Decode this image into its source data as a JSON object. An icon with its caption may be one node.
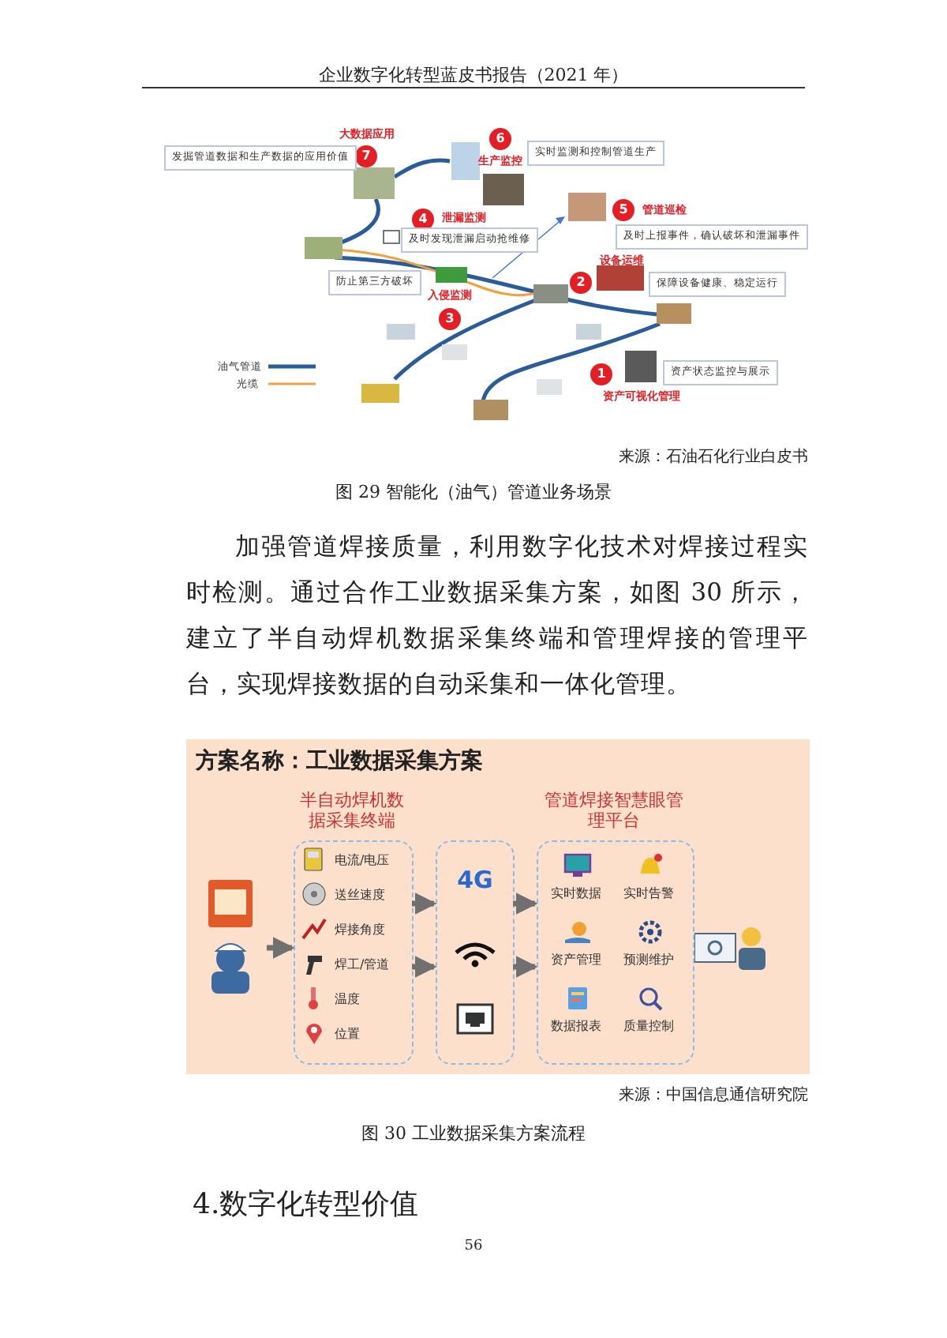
{
  "diagram": {
    "nodes": [
      {
        "text": [
          "大数据应用",
          "7"
        ]
      },
      {
        "text": [
          "发掘管道数据和生产数据的应用价值"
        ]
      },
      {
        "text": [
          "6",
          "生产监控"
        ]
      },
      {
        "text": [
          "实时监测和控制管道生产"
        ]
      },
      {
        "text": [
          "4",
          "泄漏监测"
        ]
      },
      {
        "text": [
          "及时发现泄漏启动抢维修"
        ]
      },
      {
        "text": [
          "5",
          "管道巡检"
        ]
      },
      {
        "text": [
          "及时上报事件，确认破坏和泄漏事件"
        ]
      },
      {
        "text": [
          "防止第三方破坏"
        ]
      },
      {
        "text": [
          "设备运维",
          "2"
        ]
      },
      {
        "text": [
          "保障设备健康、稳定运行"
        ]
      },
      {
        "text": [
          "入侵监测",
          "3"
        ]
      },
      {
        "text": [
          "资产状态监控与展示"
        ]
      },
      {
        "text": [
          "1",
          "资产可视化管理"
        ]
      },
      {
        "text": [
          "方案名称：工业数据采集方案"
        ]
      },
      {
        "text": [],
        "shape": "picture",
        "in": 14
      },
      {
        "text": [
          "半自动焊机数据采集终端"
        ],
        "in": 14
      },
      {
        "text": [
          "电流/电压"
        ],
        "in": 16
      },
      {
        "text": [
          "送丝速度"
        ],
        "in": 16
      },
      {
        "text": [
          "焊接角度"
        ],
        "in": 16
      },
      {
        "text": [
          "焊工/管道"
        ],
        "in": 16
      },
      {
        "text": [
          "温度"
        ],
        "in": 16
      },
      {
        "text": [
          "位置"
        ],
        "in": 16
      },
      {
        "text": [],
        "shape": "box",
        "in": 14
      },
      {
        "text": [
          "4G"
        ],
        "in": 23
      },
      {
        "text": [],
        "shape": "picture",
        "in": 23
      },
      {
        "text": [],
        "shape": "picture",
        "in": 23
      },
      {
        "text": [
          "管道焊接智慧眼管理平台"
        ],
        "in": 14
      },
      {
        "text": [
          "实时数据"
        ],
        "in": 27
      },
      {
        "text": [
          "实时告警"
        ],
        "in": 27
      },
      {
        "text": [
          "资产管理"
        ],
        "in": 27
      },
      {
        "text": [
          "预测维护"
        ],
        "in": 27
      },
      {
        "text": [
          "数据报表"
        ],
        "in": 27
      },
      {
        "text": [
          "质量控制"
        ],
        "in": 27
      },
      {
        "text": [],
        "shape": "picture",
        "in": 14
      }
    ],
    "edges": [
      {
        "from": 15,
        "to": 16,
        "arrow": "to"
      },
      {
        "from": 16,
        "to": 23,
        "arrow": "to"
      },
      {
        "from": 16,
        "to": 23,
        "arrow": "to"
      },
      {
        "from": 23,
        "to": 27,
        "arrow": "to"
      },
      {
        "from": 23,
        "to": 27,
        "arrow": "to"
      }
    ],
    "labels": [
      "企业数字化转型蓝皮书报告（2021 年）",
      "来源：石油石化行业白皮书",
      "图 29 智能化（油气）管道业务场景",
      "加强管道焊接质量，利用数字化技术对焊接过程实时检测。通过合作工业数据采集方案，如图 30 所示，建立了半自动焊机数据采集终端和管理焊接的管理平台，实现焊接数据的自动采集和一体化管理。",
      "来源：中国信息通信研究院",
      "图 30 工业数据采集方案流程",
      "4.数字化转型价值",
      "56"
    ],
    "legend": [
      {
        "text": "油气管道"
      },
      {
        "text": "光缆"
      }
    ]
  }
}
